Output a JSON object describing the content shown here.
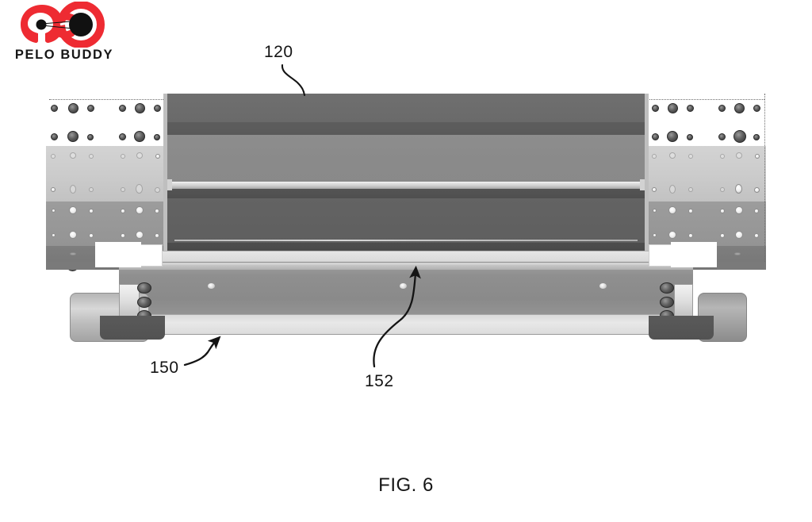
{
  "logo": {
    "wordmark": "PELO BUDDY",
    "mark_icon": "infinity-loop-logo-icon",
    "brand_color": "#EE2B32",
    "dot_color": "#111111"
  },
  "figure": {
    "caption": "FIG. 6",
    "title_icon": "patent-figure",
    "drawing_name": "treadmill-deck-assembly-front-view",
    "reference_labels": [
      {
        "id": "ref-120",
        "text": "120",
        "leader": "curved-line",
        "points_to": "upper-display-panel"
      },
      {
        "id": "ref-150",
        "text": "150",
        "leader": "curved-arrow",
        "points_to": "lower-deck-assembly"
      },
      {
        "id": "ref-152",
        "text": "152",
        "leader": "curved-arrow",
        "points_to": "running-belt-slat-surface"
      }
    ],
    "components": {
      "left_side_panel": "left-side-frame-panel",
      "right_side_panel": "right-side-frame-panel",
      "center_panel": "center-shroud-panel",
      "center_rail": "horizontal-rail-tube",
      "lower_deck": "lower-deck-beam",
      "left_roller": "left-roller-end-cap",
      "right_roller": "right-roller-end-cap",
      "left_foot": "left-foot-bracket",
      "right_foot": "right-foot-bracket"
    },
    "palette": {
      "line": "#141414",
      "panel_dark": "#6b6b6b",
      "panel_darker": "#585858",
      "panel_mid": "#8f8f8f",
      "panel_light": "#c8c8c8",
      "panel_lighter": "#e2e2e2",
      "background": "#ffffff"
    }
  }
}
